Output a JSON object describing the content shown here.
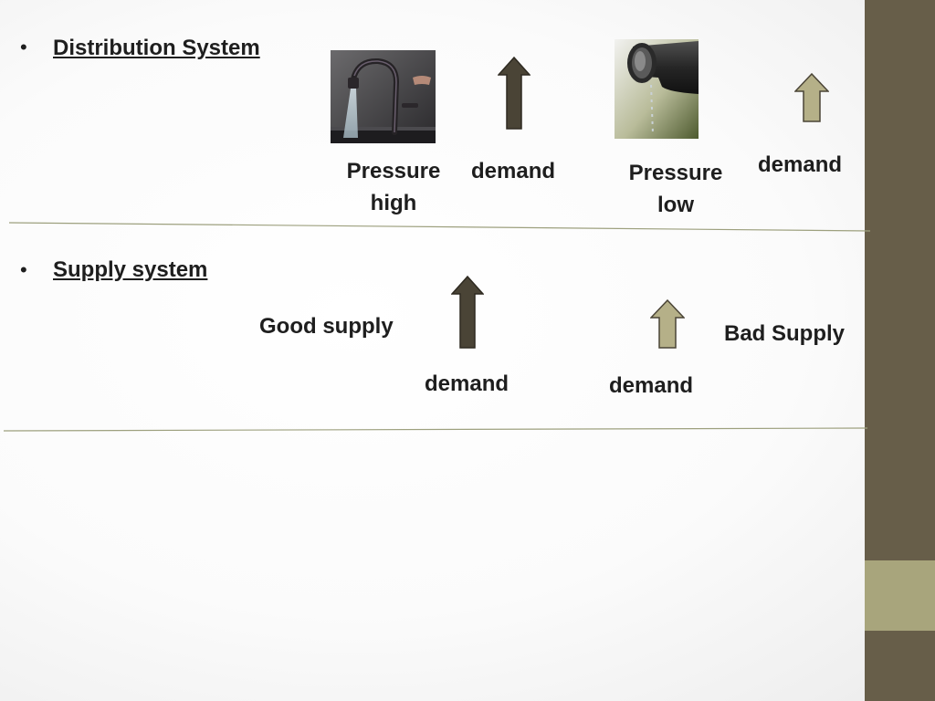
{
  "colors": {
    "sidebar": "#675e49",
    "sidebar_accent": "#a8a57c",
    "dark_arrow": "#4a4436",
    "light_arrow": "#b5b088",
    "divider": "#9da07e"
  },
  "distribution": {
    "bullet": "•",
    "heading": "Distribution  System",
    "high_pressure_line1": "Pressure",
    "high_pressure_line2": "high",
    "demand_left": "demand",
    "low_pressure_line1": "Pressure",
    "low_pressure_line2": "low",
    "demand_right": "demand"
  },
  "supply": {
    "bullet": "•",
    "heading": "Supply system",
    "good_supply": "Good supply",
    "demand_left": "demand",
    "demand_right": "demand",
    "bad_supply": "Bad Supply"
  },
  "images": {
    "faucet_high": "faucet-high-pressure-photo",
    "faucet_low": "faucet-low-pressure-photo"
  },
  "arrows": {
    "dist_high": "arrow-up-icon",
    "dist_low": "arrow-up-icon",
    "supply_good": "arrow-up-icon",
    "supply_bad": "arrow-up-icon"
  }
}
